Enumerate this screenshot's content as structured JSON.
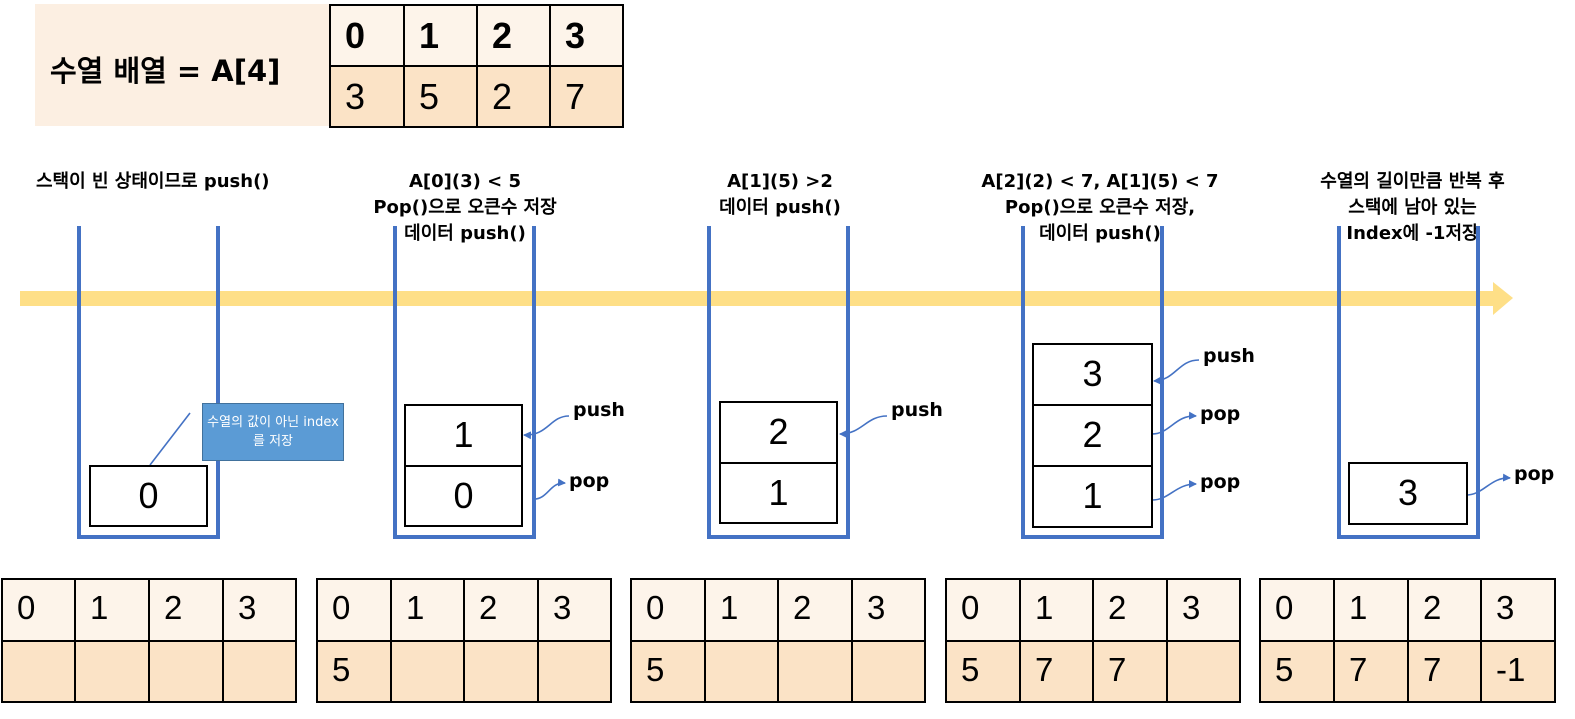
{
  "header": {
    "label": "수열 배열  = A[4]",
    "indices": [
      "0",
      "1",
      "2",
      "3"
    ],
    "values": [
      "3",
      "5",
      "2",
      "7"
    ]
  },
  "steps": [
    {
      "caption": [
        "스택이 빈 상태이므로 push()"
      ],
      "stack": [
        "0"
      ],
      "labels": [],
      "callout": "수열의 값이 아닌 index를 저장",
      "result": {
        "indices": [
          "0",
          "1",
          "2",
          "3"
        ],
        "values": [
          "",
          "",
          "",
          ""
        ]
      }
    },
    {
      "caption": [
        "A[0](3) < 5",
        "Pop()으로 오큰수 저장",
        "데이터 push()"
      ],
      "stack": [
        "1",
        "0"
      ],
      "labels": [
        "push",
        "pop"
      ],
      "result": {
        "indices": [
          "0",
          "1",
          "2",
          "3"
        ],
        "values": [
          "5",
          "",
          "",
          ""
        ]
      }
    },
    {
      "caption": [
        "A[1](5) >2",
        "데이터 push()"
      ],
      "stack": [
        "2",
        "1"
      ],
      "labels": [
        "push"
      ],
      "result": {
        "indices": [
          "0",
          "1",
          "2",
          "3"
        ],
        "values": [
          "5",
          "",
          "",
          ""
        ]
      }
    },
    {
      "caption": [
        "A[2](2) < 7, A[1](5) < 7",
        "Pop()으로 오큰수 저장,",
        "데이터 push()"
      ],
      "stack": [
        "3",
        "2",
        "1"
      ],
      "labels": [
        "push",
        "pop",
        "pop"
      ],
      "result": {
        "indices": [
          "0",
          "1",
          "2",
          "3"
        ],
        "values": [
          "5",
          "7",
          "7",
          ""
        ]
      }
    },
    {
      "caption": [
        "수열의 길이만큼 반복 후",
        "스택에 남아 있는",
        "Index에 -1저장"
      ],
      "stack": [
        "3"
      ],
      "labels": [
        "pop"
      ],
      "result": {
        "indices": [
          "0",
          "1",
          "2",
          "3"
        ],
        "values": [
          "5",
          "7",
          "7",
          "-1"
        ]
      }
    }
  ],
  "colors": {
    "timeline_arrow": "#fedf87",
    "stack_walls": "#4472c4",
    "label_arrows": "#4472c4",
    "callout_fill": "#5b9bd5",
    "header_panel": "#fcefe2",
    "index_row": "#fdf4ea",
    "value_row": "#fbe3c6"
  }
}
